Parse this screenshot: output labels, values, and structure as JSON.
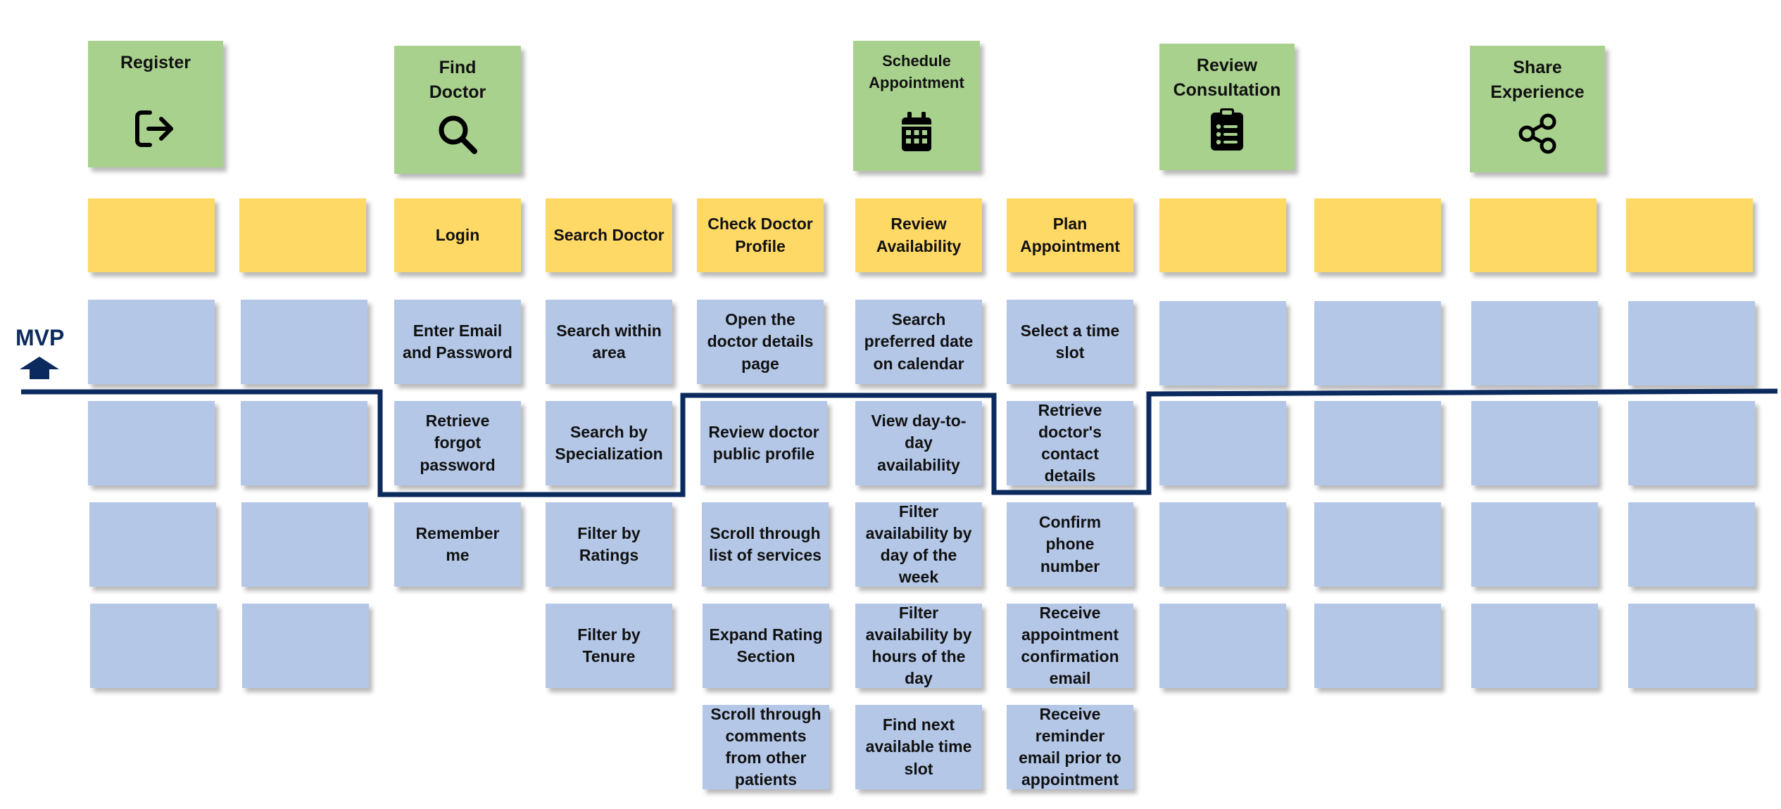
{
  "mvp": {
    "label": "MVP"
  },
  "colors": {
    "activity": "#a9d18e",
    "step": "#ffd966",
    "story": "#b4c7e7",
    "mvp_line": "#0b2a5e"
  },
  "activities": [
    {
      "title": "Register",
      "icon": "sign-in-icon"
    },
    {
      "title": "Find\nDoctor",
      "icon": "search-icon"
    },
    {
      "title": "Schedule\nAppointment",
      "icon": "calendar-icon"
    },
    {
      "title": "Review\nConsultation",
      "icon": "clipboard-list-icon"
    },
    {
      "title": "Share\nExperience",
      "icon": "share-icon"
    }
  ],
  "steps": [
    "",
    "",
    "Login",
    "Search Doctor",
    "Check Doctor\nProfile",
    "Review\nAvailability",
    "Plan\nAppointment",
    "",
    "",
    "",
    ""
  ],
  "stories": [
    [
      "",
      "",
      "",
      ""
    ],
    [
      "",
      "",
      "",
      ""
    ],
    [
      "Enter Email\nand Password",
      "Retrieve\nforgot\npassword",
      "Remember\nme"
    ],
    [
      "Search within\narea",
      "Search by\nSpecialization",
      "Filter by\nRatings",
      "Filter by\nTenure"
    ],
    [
      "Open the\ndoctor details\npage",
      "Review doctor\npublic profile",
      "Scroll through\nlist of services",
      "Expand Rating\nSection",
      "Scroll through\ncomments\nfrom other\npatients"
    ],
    [
      "Search\npreferred date\non calendar",
      "View day-to-\nday\navailability",
      "Filter\navailability by\nday of the\nweek",
      "Filter\navailability by\nhours of the\nday",
      "Find next\navailable time\nslot"
    ],
    [
      "Select a time\nslot",
      "Retrieve\ndoctor's\ncontact\ndetails",
      "Confirm\nphone\nnumber",
      "Receive\nappointment\nconfirmation\nemail",
      "Receive\nreminder\nemail prior to\nappointment"
    ],
    [
      "",
      "",
      "",
      ""
    ],
    [
      "",
      "",
      "",
      ""
    ],
    [
      "",
      "",
      "",
      ""
    ],
    [
      "",
      "",
      "",
      ""
    ]
  ]
}
